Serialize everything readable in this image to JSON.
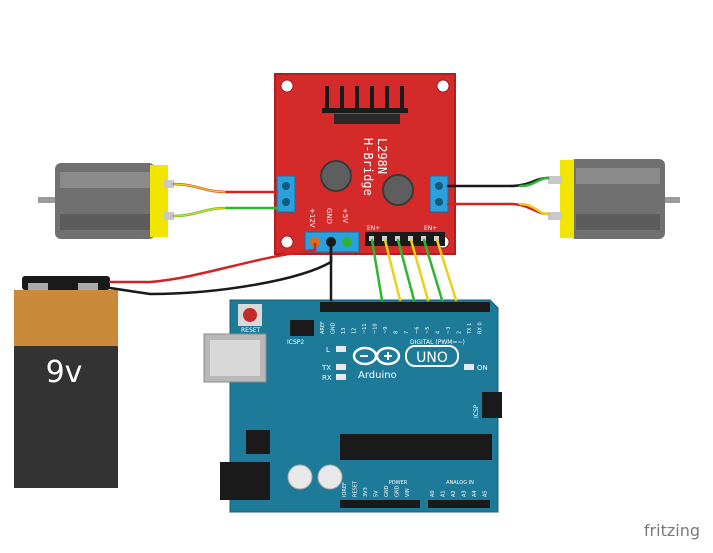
{
  "driver": {
    "line1": "L298N",
    "line2": "H-Bridge",
    "pin_12v": "+12V",
    "pin_gnd": "GND",
    "pin_5v": "+5V",
    "pin_ena": "EN+",
    "pin_enb": "EN+"
  },
  "battery": {
    "label": "9v"
  },
  "arduino": {
    "brand": "Arduino",
    "model": "UNO",
    "reset_label": "RESET",
    "icsp2_label": "ICSP2",
    "icsp_label": "ICSP",
    "led_l": "L",
    "led_tx": "TX",
    "led_rx": "RX",
    "led_on": "ON",
    "digital_label": "DIGITAL (PWM=~)",
    "power_label": "POWER",
    "analog_label": "ANALOG IN",
    "top_pins": [
      "AREF",
      "GND",
      "13",
      "12",
      "~11",
      "~10",
      "~9",
      "8",
      "7",
      "~6",
      "~5",
      "4",
      "~3",
      "2",
      "TX 1",
      "RX 0"
    ],
    "power_pins": [
      "IOREF",
      "RESET",
      "3V3",
      "5V",
      "GND",
      "GND",
      "VIN"
    ],
    "analog_pins": [
      "A0",
      "A1",
      "A2",
      "A3",
      "A4",
      "A5"
    ]
  },
  "watermark": "fritzing",
  "colors": {
    "board": "#1e7a99",
    "driver": "#d42a2a",
    "wire_red": "#d42222",
    "wire_black": "#1a1a1a",
    "wire_green": "#2fb52f",
    "wire_yellow": "#e6d21a",
    "battery_top": "#c98a3a",
    "battery_bottom": "#333333"
  }
}
